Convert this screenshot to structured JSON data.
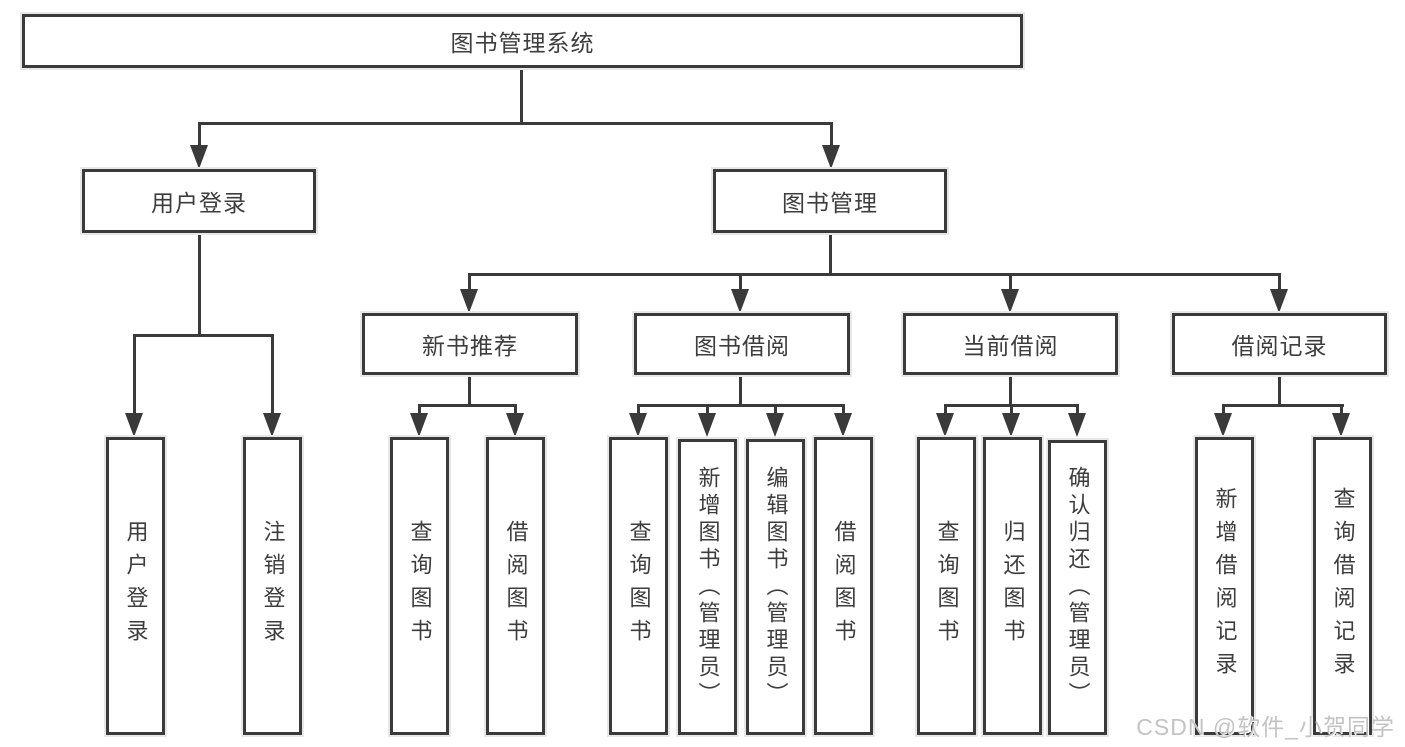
{
  "diagram": {
    "root": {
      "label": "图书管理系统"
    },
    "branches": {
      "user_login": {
        "label": "用户登录",
        "children": [
          {
            "label": "用户登录"
          },
          {
            "label": "注销登录"
          }
        ]
      },
      "book_management": {
        "label": "图书管理",
        "children": [
          {
            "label": "新书推荐",
            "children": [
              {
                "label": "查询图书"
              },
              {
                "label": "借阅图书"
              }
            ]
          },
          {
            "label": "图书借阅",
            "children": [
              {
                "label": "查询图书"
              },
              {
                "label": "新增图书（管理员）"
              },
              {
                "label": "编辑图书（管理员）"
              },
              {
                "label": "借阅图书"
              }
            ]
          },
          {
            "label": "当前借阅",
            "children": [
              {
                "label": "查询图书"
              },
              {
                "label": "归还图书"
              },
              {
                "label": "确认归还（管理员）"
              }
            ]
          },
          {
            "label": "借阅记录",
            "children": [
              {
                "label": "新增借阅记录"
              },
              {
                "label": "查询借阅记录"
              }
            ]
          }
        ]
      }
    }
  },
  "watermark": {
    "text": "CSDN @软件_小贺同学"
  },
  "colors": {
    "line": "#3a3a3a",
    "text": "#3d3d3d",
    "background": "#ffffff",
    "watermark": "#c3c3c3"
  }
}
